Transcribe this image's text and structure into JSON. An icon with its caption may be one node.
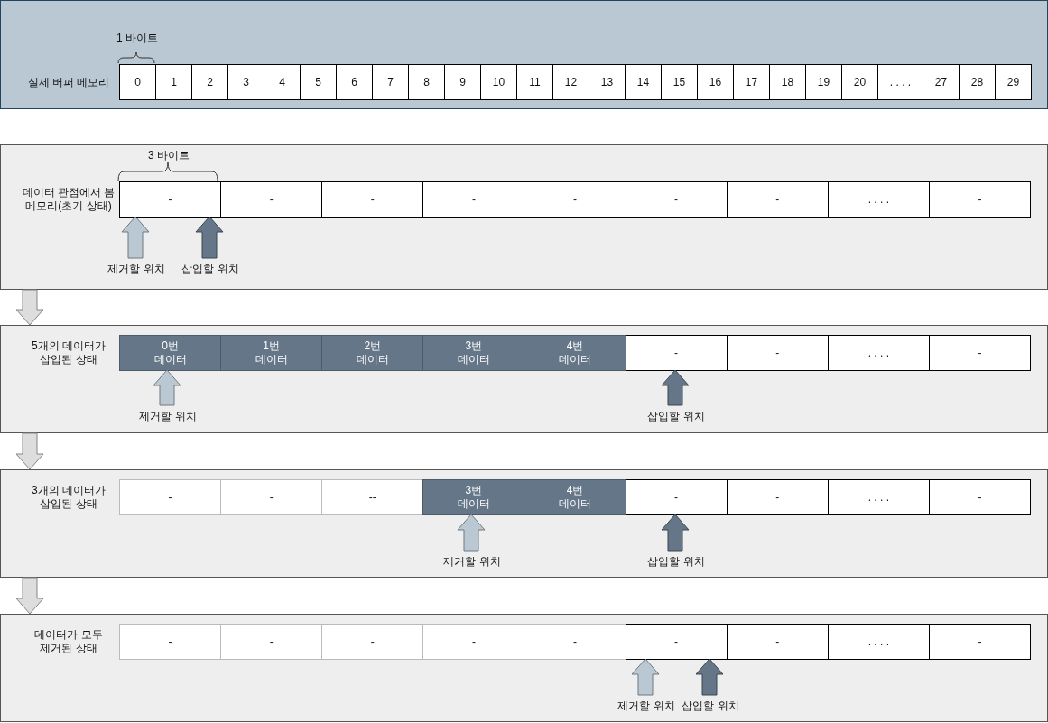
{
  "diagram": {
    "nodes": [
      {
        "text": [
          "실제 버퍼 메모리"
        ]
      },
      {
        "text": [
          "0"
        ],
        "in": 0
      },
      {
        "text": [
          "1"
        ],
        "in": 0
      },
      {
        "text": [
          "2"
        ],
        "in": 0
      },
      {
        "text": [
          "3"
        ],
        "in": 0
      },
      {
        "text": [
          "4"
        ],
        "in": 0
      },
      {
        "text": [
          "5"
        ],
        "in": 0
      },
      {
        "text": [
          "6"
        ],
        "in": 0
      },
      {
        "text": [
          "7"
        ],
        "in": 0
      },
      {
        "text": [
          "8"
        ],
        "in": 0
      },
      {
        "text": [
          "9"
        ],
        "in": 0
      },
      {
        "text": [
          "10"
        ],
        "in": 0
      },
      {
        "text": [
          "11"
        ],
        "in": 0
      },
      {
        "text": [
          "12"
        ],
        "in": 0
      },
      {
        "text": [
          "13"
        ],
        "in": 0
      },
      {
        "text": [
          "14"
        ],
        "in": 0
      },
      {
        "text": [
          "15"
        ],
        "in": 0
      },
      {
        "text": [
          "16"
        ],
        "in": 0
      },
      {
        "text": [
          "17"
        ],
        "in": 0
      },
      {
        "text": [
          "18"
        ],
        "in": 0
      },
      {
        "text": [
          "19"
        ],
        "in": 0
      },
      {
        "text": [
          "20"
        ],
        "in": 0
      },
      {
        "text": [
          ". . . ."
        ],
        "in": 0
      },
      {
        "text": [
          "27"
        ],
        "in": 0
      },
      {
        "text": [
          "28"
        ],
        "in": 0
      },
      {
        "text": [
          "29"
        ],
        "in": 0
      },
      {
        "text": [
          "데이터 관점에서 봄 메모리(초기 상태)"
        ]
      },
      {
        "text": [
          "-"
        ],
        "in": 26
      },
      {
        "text": [
          "-"
        ],
        "in": 26
      },
      {
        "text": [
          "-"
        ],
        "in": 26
      },
      {
        "text": [
          "-"
        ],
        "in": 26
      },
      {
        "text": [
          "-"
        ],
        "in": 26
      },
      {
        "text": [
          "-"
        ],
        "in": 26
      },
      {
        "text": [
          "-"
        ],
        "in": 26
      },
      {
        "text": [
          ". . . ."
        ],
        "in": 26
      },
      {
        "text": [
          "-"
        ],
        "in": 26
      },
      {
        "text": [
          "제거할 위치"
        ],
        "in": 26
      },
      {
        "text": [
          "삽입할 위치"
        ],
        "in": 26
      },
      {
        "text": [
          "5개의 데이터가 삽입된 상태"
        ]
      },
      {
        "text": [
          "0번 데이터"
        ],
        "in": 38
      },
      {
        "text": [
          "1번 데이터"
        ],
        "in": 38
      },
      {
        "text": [
          "2번 데이터"
        ],
        "in": 38
      },
      {
        "text": [
          "3번 데이터"
        ],
        "in": 38
      },
      {
        "text": [
          "4번 데이터"
        ],
        "in": 38
      },
      {
        "text": [
          "-"
        ],
        "in": 38
      },
      {
        "text": [
          "-"
        ],
        "in": 38
      },
      {
        "text": [
          ". . . ."
        ],
        "in": 38
      },
      {
        "text": [
          "-"
        ],
        "in": 38
      },
      {
        "text": [
          "제거할 위치"
        ],
        "in": 38
      },
      {
        "text": [
          "삽입할 위치"
        ],
        "in": 38
      },
      {
        "text": [
          "3개의 데이터가 삽입된 상태"
        ]
      },
      {
        "text": [
          "-"
        ],
        "in": 50
      },
      {
        "text": [
          "-"
        ],
        "in": 50
      },
      {
        "text": [
          "--"
        ],
        "in": 50
      },
      {
        "text": [
          "3번 데이터"
        ],
        "in": 50
      },
      {
        "text": [
          "4번 데이터"
        ],
        "in": 50
      },
      {
        "text": [
          "-"
        ],
        "in": 50
      },
      {
        "text": [
          "-"
        ],
        "in": 50
      },
      {
        "text": [
          ". . . ."
        ],
        "in": 50
      },
      {
        "text": [
          "-"
        ],
        "in": 50
      },
      {
        "text": [
          "제거할 위치"
        ],
        "in": 50
      },
      {
        "text": [
          "삽입할 위치"
        ],
        "in": 50
      },
      {
        "text": [
          "데이터가 모두 제거된 상태"
        ]
      },
      {
        "text": [
          "-"
        ],
        "in": 62
      },
      {
        "text": [
          "-"
        ],
        "in": 62
      },
      {
        "text": [
          "-"
        ],
        "in": 62
      },
      {
        "text": [
          "-"
        ],
        "in": 62
      },
      {
        "text": [
          "-"
        ],
        "in": 62
      },
      {
        "text": [
          "-"
        ],
        "in": 62
      },
      {
        "text": [
          "-"
        ],
        "in": 62
      },
      {
        "text": [
          ". . . ."
        ],
        "in": 62
      },
      {
        "text": [
          "-"
        ],
        "in": 62
      },
      {
        "text": [
          "제거할 위치"
        ],
        "in": 62
      },
      {
        "text": [
          "삽입할 위치"
        ],
        "in": 62
      }
    ],
    "edges": [
      {
        "from": 36,
        "to": 27,
        "arrow": "to",
        "color": "#bac8d3"
      },
      {
        "from": 37,
        "to": 27,
        "arrow": "to",
        "color": "#647687"
      },
      {
        "from": 48,
        "to": 39,
        "arrow": "to",
        "color": "#bac8d3"
      },
      {
        "from": 49,
        "to": 44,
        "arrow": "to",
        "color": "#647687"
      },
      {
        "from": 60,
        "to": 54,
        "arrow": "to",
        "color": "#bac8d3"
      },
      {
        "from": 61,
        "to": 56,
        "arrow": "to",
        "color": "#647687"
      },
      {
        "from": 72,
        "to": 68,
        "arrow": "to",
        "color": "#bac8d3"
      },
      {
        "from": 73,
        "to": 68,
        "arrow": "to",
        "color": "#647687"
      },
      {
        "from": 26,
        "to": 38,
        "arrow": "to",
        "color": "#dddddd"
      },
      {
        "from": 38,
        "to": 50,
        "arrow": "to",
        "color": "#dddddd"
      },
      {
        "from": 50,
        "to": 62,
        "arrow": "to",
        "color": "#dddddd"
      }
    ],
    "labels": [
      "1 바이트",
      "3 바이트"
    ]
  }
}
